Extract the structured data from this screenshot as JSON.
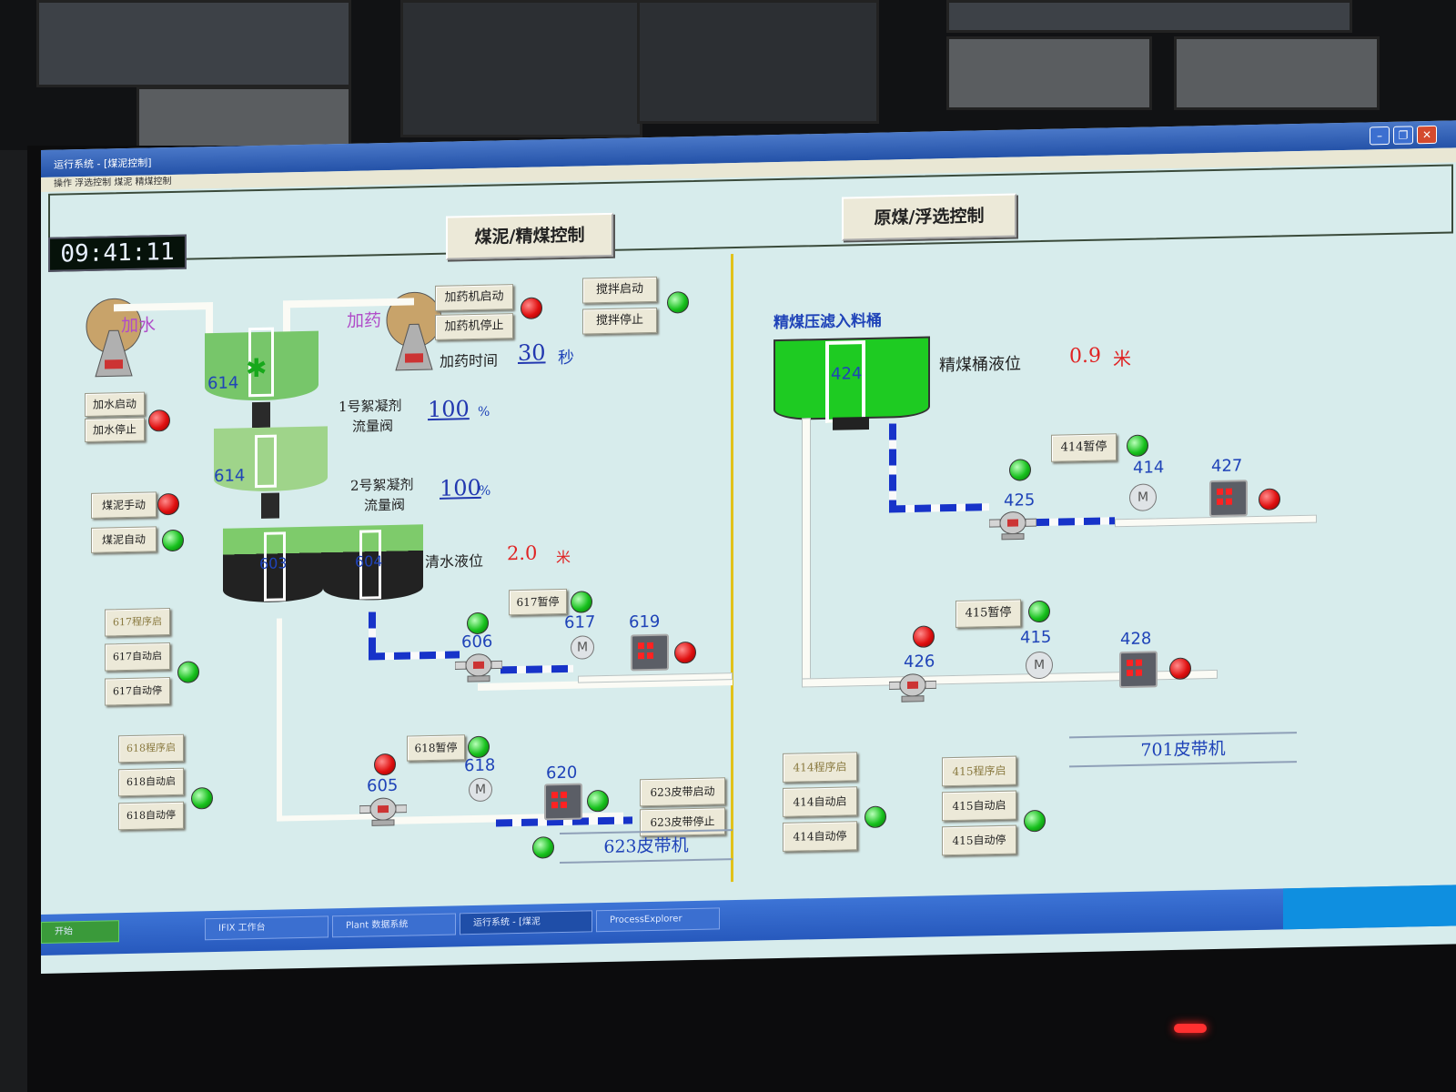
{
  "window": {
    "title": "运行系统 - [煤泥控制]",
    "menu": "操作  浮选控制  煤泥  精煤控制"
  },
  "clock": "09:41:11",
  "nav": {
    "slime_btn": "煤泥/精煤控制",
    "raw_btn": "原煤/浮选控制"
  },
  "left": {
    "water_label": "加水",
    "dose_label": "加药",
    "dose_start": "加药机启动",
    "dose_stop": "加药机停止",
    "stir_start": "搅拌启动",
    "stir_stop": "搅拌停止",
    "dose_time_label": "加药时间",
    "dose_time_value": "30",
    "dose_time_unit": "秒",
    "water_start": "加水启动",
    "water_stop": "加水停止",
    "valve1_line1": "1号絮凝剂",
    "valve1_line2": "流量阀",
    "valve1_value": "100",
    "valve1_unit": "%",
    "valve2_line1": "2号絮凝剂",
    "valve2_line2": "流量阀",
    "valve2_value": "100",
    "valve2_unit": "%",
    "slime_manual": "煤泥手动",
    "slime_auto": "煤泥自动",
    "tank_a": "614",
    "tank_b": "614",
    "tank_c": "603",
    "tank_d": "604",
    "clear_level_label": "清水液位",
    "clear_level_value": "2.0",
    "clear_level_unit": "米",
    "b617_pause": "617暂停",
    "b617_prog": "617程序启",
    "b617_auto_on": "617自动启",
    "b617_auto_off": "617自动停",
    "tag_606": "606",
    "tag_617": "617",
    "tag_619": "619",
    "b618_pause": "618暂停",
    "b618_prog": "618程序启",
    "b618_auto_on": "618自动启",
    "b618_auto_off": "618自动停",
    "tag_605": "605",
    "tag_618": "618",
    "tag_620": "620",
    "belt623_start": "623皮带启动",
    "belt623_stop": "623皮带停止",
    "belt623": "623皮带机"
  },
  "right": {
    "bin_title": "精煤压滤入料桶",
    "bin_tag": "424",
    "bin_level_label": "精煤桶液位",
    "bin_level_value": "0.9",
    "bin_level_unit": "米",
    "b414_pause": "414暂停",
    "tag_414": "414",
    "tag_427": "427",
    "tag_425": "425",
    "b415_pause": "415暂停",
    "tag_415": "415",
    "tag_428": "428",
    "tag_426": "426",
    "b414_prog": "414程序启",
    "b414_auto_on": "414自动启",
    "b414_auto_off": "414自动停",
    "b415_prog": "415程序启",
    "b415_auto_on": "415自动启",
    "b415_auto_off": "415自动停",
    "belt701": "701皮带机"
  },
  "taskbar": [
    "开始",
    "IFIX 工作台",
    "Plant 数据系统",
    "运行系统 - [煤泥",
    "ProcessExplorer"
  ],
  "colors": {
    "screen_bg": "#d7ecec",
    "lamp_red": "#e01010",
    "lamp_green": "#17c11d",
    "flow_blue": "#1733c9",
    "tank_green": "#1ecb22",
    "value_red": "#e02424",
    "divider": "#e1c21a"
  }
}
